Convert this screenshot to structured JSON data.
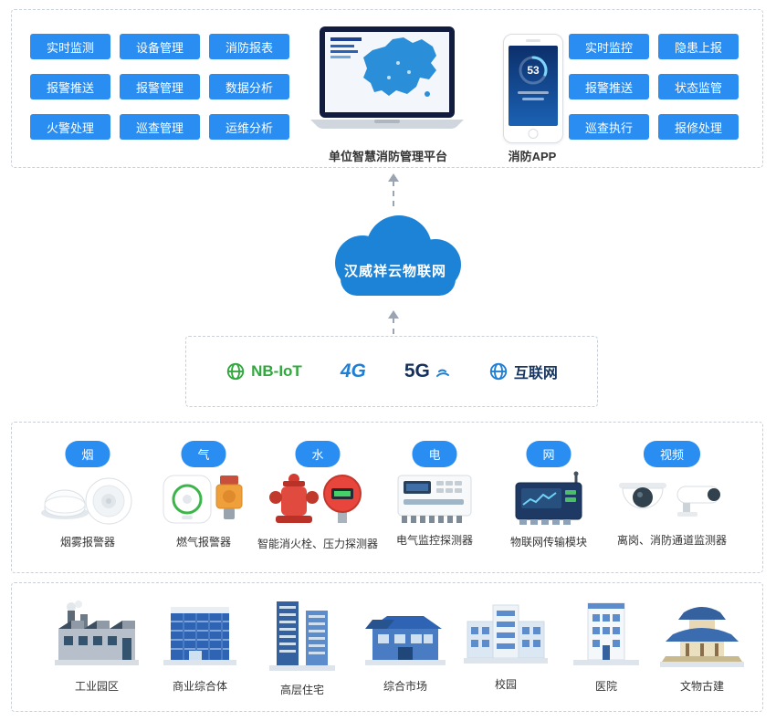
{
  "platform": {
    "left_features": [
      "实时监测",
      "设备管理",
      "消防报表",
      "报警推送",
      "报警管理",
      "数据分析",
      "火警处理",
      "巡查管理",
      "运维分析"
    ],
    "right_features": [
      "实时监控",
      "隐患上报",
      "报警推送",
      "状态监管",
      "巡查执行",
      "报修处理"
    ],
    "laptop_label": "单位智慧消防管理平台",
    "app_label": "消防APP",
    "app_gauge_value": "53"
  },
  "cloud": {
    "label": "汉威祥云物联网"
  },
  "network": {
    "items": [
      "NB-IoT",
      "4G",
      "5G",
      "互联网"
    ]
  },
  "devices": {
    "categories": [
      "烟",
      "气",
      "水",
      "电",
      "网",
      "视频"
    ],
    "items": [
      "烟雾报警器",
      "燃气报警器",
      "智能消火栓、压力探测器",
      "电气监控探测器",
      "物联网传输模块",
      "离岗、消防通道监测器"
    ]
  },
  "buildings": {
    "items": [
      "工业园区",
      "商业综合体",
      "高层住宅",
      "综合市场",
      "校园",
      "医院",
      "文物古建"
    ]
  },
  "colors": {
    "accent_blue": "#2a8df2",
    "cloud_blue": "#1d83d6",
    "nbiot_green": "#2fa83c",
    "text_dark": "#333333"
  }
}
